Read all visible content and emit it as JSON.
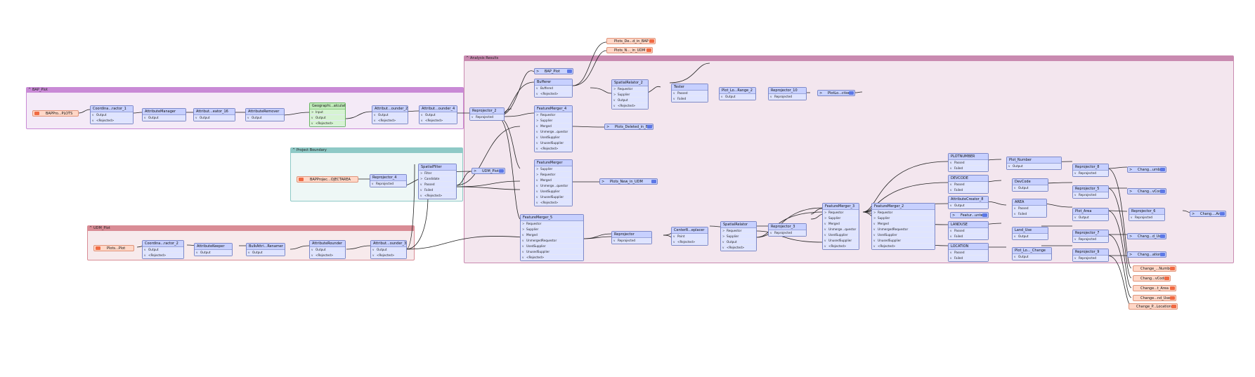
{
  "bookmarks": {
    "bap_plot": {
      "title": "BAP_Plot",
      "color": "#c98ad6",
      "bg": "#f4eaf7"
    },
    "project_boundary": {
      "title": "Project Boundary",
      "color": "#8ec9c6",
      "bg": "#eef7f6"
    },
    "udm_plot": {
      "title": "UDM_Plot",
      "color": "#d98c95",
      "bg": "#f7eaec"
    },
    "analysis_results": {
      "title": "Analysis Results",
      "color": "#c98ab0",
      "bg": "#f3e6ee"
    }
  },
  "readers": {
    "bap_plots": "BAPPro...PLOTS",
    "bap_project": "BAPProjec...OJECTAREA",
    "udm_plots": "Plots...Plot"
  },
  "transformers": {
    "coord_extractor_1": {
      "title": "Coordina...ractor_1",
      "ports": [
        "Output",
        "<Rejected>"
      ]
    },
    "attr_manager": {
      "title": "AttributeManager",
      "ports": [
        "Output"
      ]
    },
    "attr_creator_16": {
      "title": "Attribut...eator_16",
      "ports": [
        "Output"
      ]
    },
    "attr_remover": {
      "title": "AttributeRemover",
      "ports": [
        "Output"
      ]
    },
    "geo_calculator": {
      "title": "Geographi...alculator",
      "ports": [
        "Input",
        "Output",
        "<Rejected>"
      ]
    },
    "attr_rounder_2": {
      "title": "Attribut...ounder_2",
      "ports": [
        "Output",
        "<Rejected>"
      ]
    },
    "attr_rounder_4": {
      "title": "Attribut...ounder_4",
      "ports": [
        "Output",
        "<Rejected>"
      ]
    },
    "reprojector_2": {
      "title": "Reprojector_2",
      "ports": [
        "Reprojected"
      ]
    },
    "reprojector_4": {
      "title": "Reprojector_4",
      "ports": [
        "Reprojected"
      ]
    },
    "spatial_filter": {
      "title": "SpatialFilter",
      "ports": [
        "Filter",
        "Candidate",
        "Passed",
        "Failed",
        "<Rejected>"
      ]
    },
    "coord_extractor_2": {
      "title": "Coordina...ractor_2",
      "ports": [
        "Output",
        "<Rejected>"
      ]
    },
    "attr_keeper": {
      "title": "AttributeKeeper",
      "ports": [
        "Output"
      ]
    },
    "bulk_renamer": {
      "title": "BulkAttri...Renamer",
      "ports": [
        "Output"
      ]
    },
    "attr_rounder": {
      "title": "AttributeRounder",
      "ports": [
        "Output",
        "<Rejected>"
      ]
    },
    "attr_rounder_3": {
      "title": "Attribut...ounder_3",
      "ports": [
        "Output",
        "<Rejected>"
      ]
    },
    "buffer": {
      "title": "Bufferer",
      "ports": [
        "Buffered",
        "<Rejected>"
      ]
    },
    "feature_merger_4": {
      "title": "FeatureMerger_4",
      "ports": [
        "Requestor",
        "Supplier",
        "Merged",
        "Unmerge...questor",
        "UsedSupplier",
        "UnusedSupplier",
        "<Rejected>"
      ]
    },
    "feature_merger": {
      "title": "FeatureMerger",
      "ports": [
        "Supplier",
        "Requestor",
        "Merged",
        "Unmerge...questor",
        "UsedSupplier",
        "UnusedSupplier",
        "<Rejected>"
      ]
    },
    "feature_merger_5": {
      "title": "FeatureMerger_5",
      "ports": [
        "Requestor",
        "Supplier",
        "Merged",
        "UnmergedRequestor",
        "UsedSupplier",
        "UnusedSupplier",
        "<Rejected>"
      ]
    },
    "spatial_relator_2": {
      "title": "SpatialRelator_2",
      "ports": [
        "Requestor",
        "Supplier",
        "Output",
        "<Rejected>"
      ]
    },
    "tester": {
      "title": "Tester",
      "ports": [
        "Passed",
        "Failed"
      ]
    },
    "plot_lo_range_2": {
      "title": "Plot_Lo...Range_2",
      "ports": [
        "Output"
      ]
    },
    "reprojector_10": {
      "title": "Reprojector_10",
      "ports": [
        "Reprojected"
      ]
    },
    "reprojector": {
      "title": "Reprojector",
      "ports": [
        "Reprojected"
      ]
    },
    "centerline_replacer": {
      "title": "CenterR...eplacer",
      "ports": [
        "Point",
        "<Rejected>"
      ]
    },
    "spatial_relator": {
      "title": "SpatialRelator",
      "ports": [
        "Requestor",
        "Supplier",
        "Output",
        "<Rejected>"
      ]
    },
    "reprojector_3": {
      "title": "Reprojector_3",
      "ports": [
        "Reprojected"
      ]
    },
    "feature_merger_3": {
      "title": "FeatureMerger_3",
      "ports": [
        "Requestor",
        "Supplier",
        "Merged",
        "Unmerge...questor",
        "UsedSupplier",
        "UnusedSupplier",
        "<Rejected>"
      ]
    },
    "feature_merger_2": {
      "title": "FeatureMerger_2",
      "ports": [
        "Requestor",
        "Supplier",
        "Merged",
        "UnmergedRequestor",
        "UsedSupplier",
        "UnusedSupplier",
        "<Rejected>"
      ]
    },
    "plotnumber": {
      "title": "PLOTNUMBER",
      "ports": [
        "Passed",
        "Failed"
      ]
    },
    "devcode_test": {
      "title": "DEVCODE",
      "ports": [
        "Passed",
        "Failed"
      ]
    },
    "attr_creator_8": {
      "title": "AttributeCreator_8",
      "ports": [
        "Output"
      ]
    },
    "landuse_test": {
      "title": "LANDUSE",
      "ports": [
        "Passed",
        "Failed"
      ]
    },
    "location_test": {
      "title": "LOCATION",
      "ports": [
        "Passed",
        "Failed"
      ]
    },
    "plot_number": {
      "title": "Plot_Number",
      "ports": [
        "Output"
      ]
    },
    "devcode": {
      "title": "DevCode",
      "ports": [
        "Output"
      ]
    },
    "area": {
      "title": "AREA",
      "ports": [
        "Passed",
        "Failed"
      ]
    },
    "land_use": {
      "title": "Land_Use",
      "ports": [
        "Output"
      ]
    },
    "plot_lo_change": {
      "title": "Plot_Lo..._Change",
      "ports": [
        "Output"
      ]
    },
    "plot_area": {
      "title": "Plot_Area",
      "ports": [
        "Output"
      ]
    },
    "reprojector_8": {
      "title": "Reprojector_8",
      "ports": [
        "Reprojected"
      ]
    },
    "reprojector_5": {
      "title": "Reprojector_5",
      "ports": [
        "Reprojected"
      ]
    },
    "reprojector_6": {
      "title": "Reprojector_6",
      "ports": [
        "Reprojected"
      ]
    },
    "reprojector_7": {
      "title": "Reprojector_7",
      "ports": [
        "Reprojected"
      ]
    },
    "reprojector_9": {
      "title": "Reprojector_9",
      "ports": [
        "Reprojected"
      ]
    }
  },
  "writers": {
    "bap_plot": "BAP_Plot",
    "udm_plot": "UDM_Plot",
    "plots_deleted": "Plots_Deleted_in_BAP",
    "plots_new": "Plots_New_in_UDM",
    "plot_locations": "PlotLo...ctions",
    "feature_counter": "Featur...unter",
    "change_number": "Chang...umber",
    "change_code": "Chang...vCode",
    "change_area": "Chang....Area",
    "change_use": "Chang...d_Use",
    "change_location": "Chang...ation"
  },
  "top_outputs": {
    "plots_de": "Plots_De...d_in_BAP",
    "plots_n": "Plots_N..._in_UDM"
  },
  "bottom_outputs": [
    "Change_...Number",
    "Chang...vCode",
    "Change...t_Area",
    "Change...nd_Use",
    "Change_P...Location"
  ]
}
